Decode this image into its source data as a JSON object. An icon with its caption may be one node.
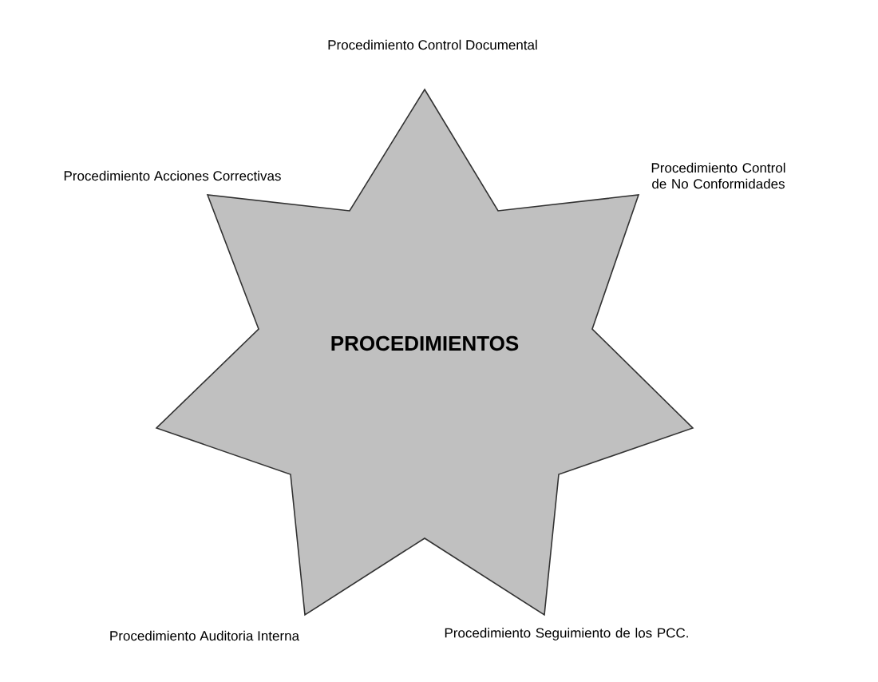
{
  "diagram": {
    "nodes": [
      {
        "text": [
          "PROCEDIMIENTOS"
        ]
      }
    ],
    "labels": [
      "Procedimiento Control Documental",
      "Procedimiento Acciones Correctivas",
      "Procedimiento Control de No Conformidades",
      "Procedimiento Auditoria Interna",
      "Procedimiento Seguimiento de los PCC."
    ]
  }
}
